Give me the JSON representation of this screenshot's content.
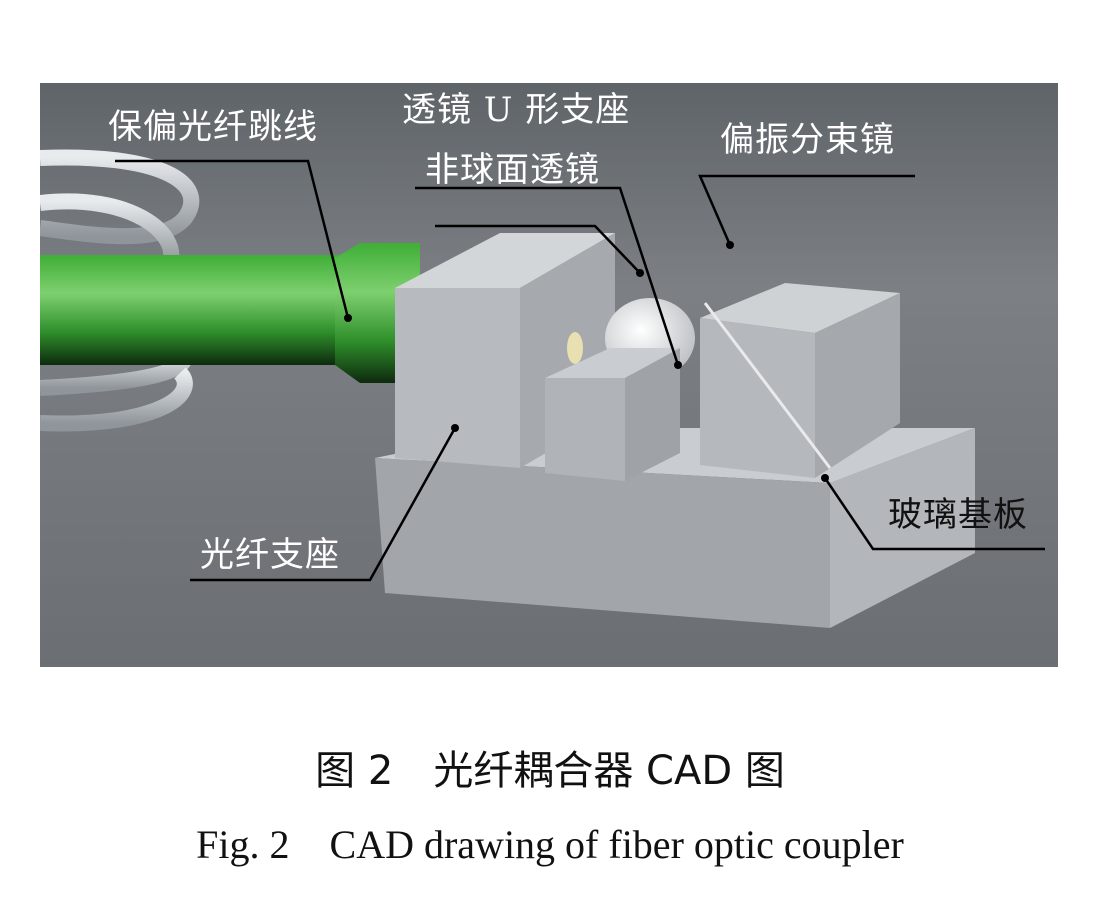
{
  "figure": {
    "labels": {
      "pm_fiber_jumper": "保偏光纤跳线",
      "lens_u_mount": "透镜 U 形支座",
      "aspheric_lens": "非球面透镜",
      "polarizing_beam_splitter": "偏振分束镜",
      "fiber_mount": "光纤支座",
      "glass_substrate": "玻璃基板"
    },
    "colors": {
      "background": "#6f7378",
      "fiber": "#3db53a",
      "block": "#b9bcc0",
      "leader_line": "#000000"
    }
  },
  "caption": {
    "zh": "图 2　光纤耦合器 CAD 图",
    "en": "Fig. 2　CAD drawing of fiber optic coupler"
  }
}
